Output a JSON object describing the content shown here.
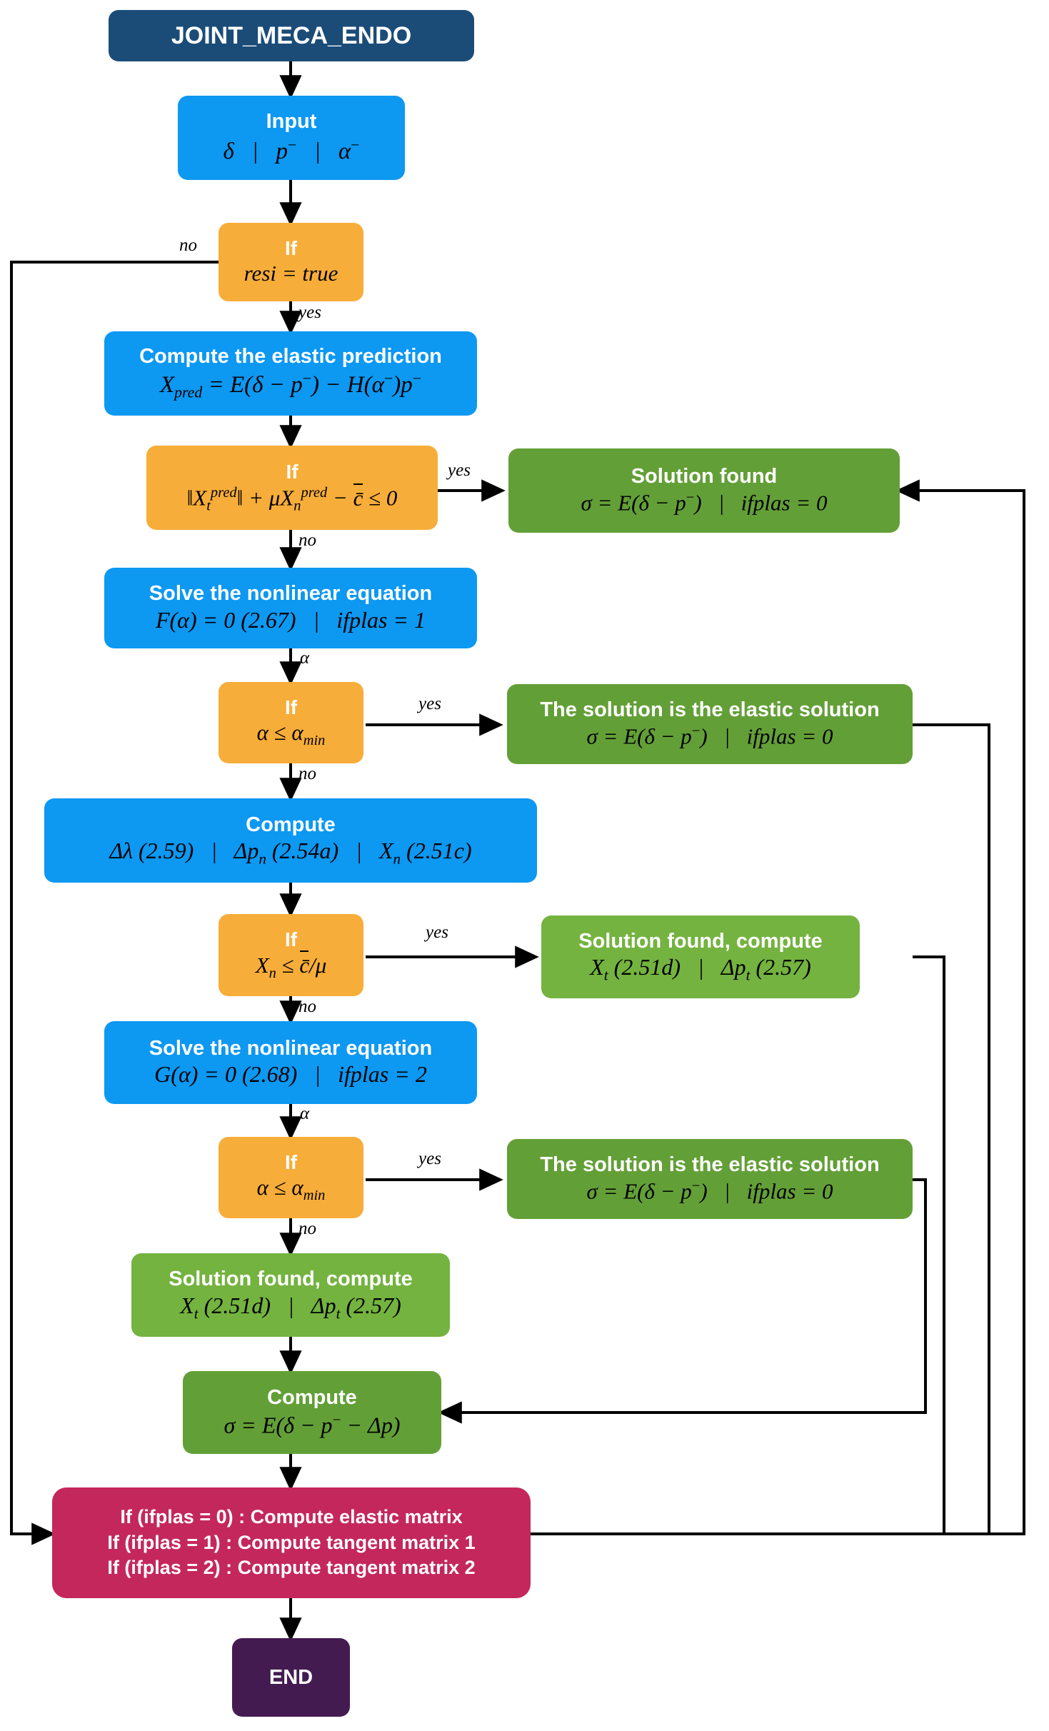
{
  "diagram": {
    "title": "JOINT_MECA_ENDO flowchart",
    "colors": {
      "navy": "#1b4c78",
      "blue": "#0d98f2",
      "orange": "#f7ad39",
      "green": "#639f37",
      "light_green": "#74b33f",
      "pink": "#c4275c",
      "purple": "#431b51",
      "wire": "#000000"
    }
  },
  "nodes": {
    "start": {
      "title": "JOINT_MECA_ENDO"
    },
    "input": {
      "title": "Input",
      "math": "δ   |   p⁻   |   α⁻"
    },
    "if_resi": {
      "title": "If",
      "math": "resi = true"
    },
    "elastic_pred": {
      "title": "Compute the elastic prediction",
      "math": "X_pred = E(δ − p⁻) − H(α⁻)p⁻"
    },
    "if_yield": {
      "title": "If",
      "math": "‖X_t^pred‖ + μX_n^pred − c̄ ≤ 0"
    },
    "sol_found_1": {
      "title": "Solution found",
      "math": "σ = E(δ − p⁻)   |   ifplas = 0"
    },
    "solve_F": {
      "title": "Solve the nonlinear equation",
      "math": "F(α) = 0 (2.67)   |   ifplas = 1"
    },
    "if_alpha_1": {
      "title": "If",
      "math": "α ≤ α_min"
    },
    "elastic_sol_1": {
      "title": "The solution is the elastic solution",
      "math": "σ = E(δ − p⁻)   |   ifplas = 0"
    },
    "compute_1": {
      "title": "Compute",
      "math": "Δλ (2.59)   |   Δp_n (2.54a)   |   X_n (2.51c)"
    },
    "if_xn": {
      "title": "If",
      "math": "X_n ≤ c̄/μ"
    },
    "sol_found_2": {
      "title": "Solution found, compute",
      "math": "X_t (2.51d)   |   Δp_t (2.57)"
    },
    "solve_G": {
      "title": "Solve the nonlinear equation",
      "math": "G(α) = 0 (2.68)   |   ifplas = 2"
    },
    "if_alpha_2": {
      "title": "If",
      "math": "α ≤ α_min"
    },
    "elastic_sol_2": {
      "title": "The solution is the elastic solution",
      "math": "σ = E(δ − p⁻)   |   ifplas = 0"
    },
    "sol_found_3": {
      "title": "Solution found, compute",
      "math": "X_t (2.51d)   |   Δp_t (2.57)"
    },
    "compute_sigma": {
      "title": "Compute",
      "math": "σ = E(δ − p⁻ − Δp)"
    },
    "matrix_block": {
      "line1": "If (ifplas = 0) : Compute elastic matrix",
      "line2": "If (ifplas = 1) : Compute tangent matrix 1",
      "line3": "If (ifplas = 2) : Compute tangent matrix 2"
    },
    "end": {
      "title": "END"
    }
  },
  "edge_labels": {
    "resi_no": "no",
    "resi_yes": "yes",
    "yield_yes": "yes",
    "yield_no": "no",
    "alpha1_out": "α",
    "alpha1_yes": "yes",
    "alpha1_no": "no",
    "xn_yes": "yes",
    "xn_no": "no",
    "alpha2_out": "α",
    "alpha2_yes": "yes",
    "alpha2_no": "no"
  }
}
